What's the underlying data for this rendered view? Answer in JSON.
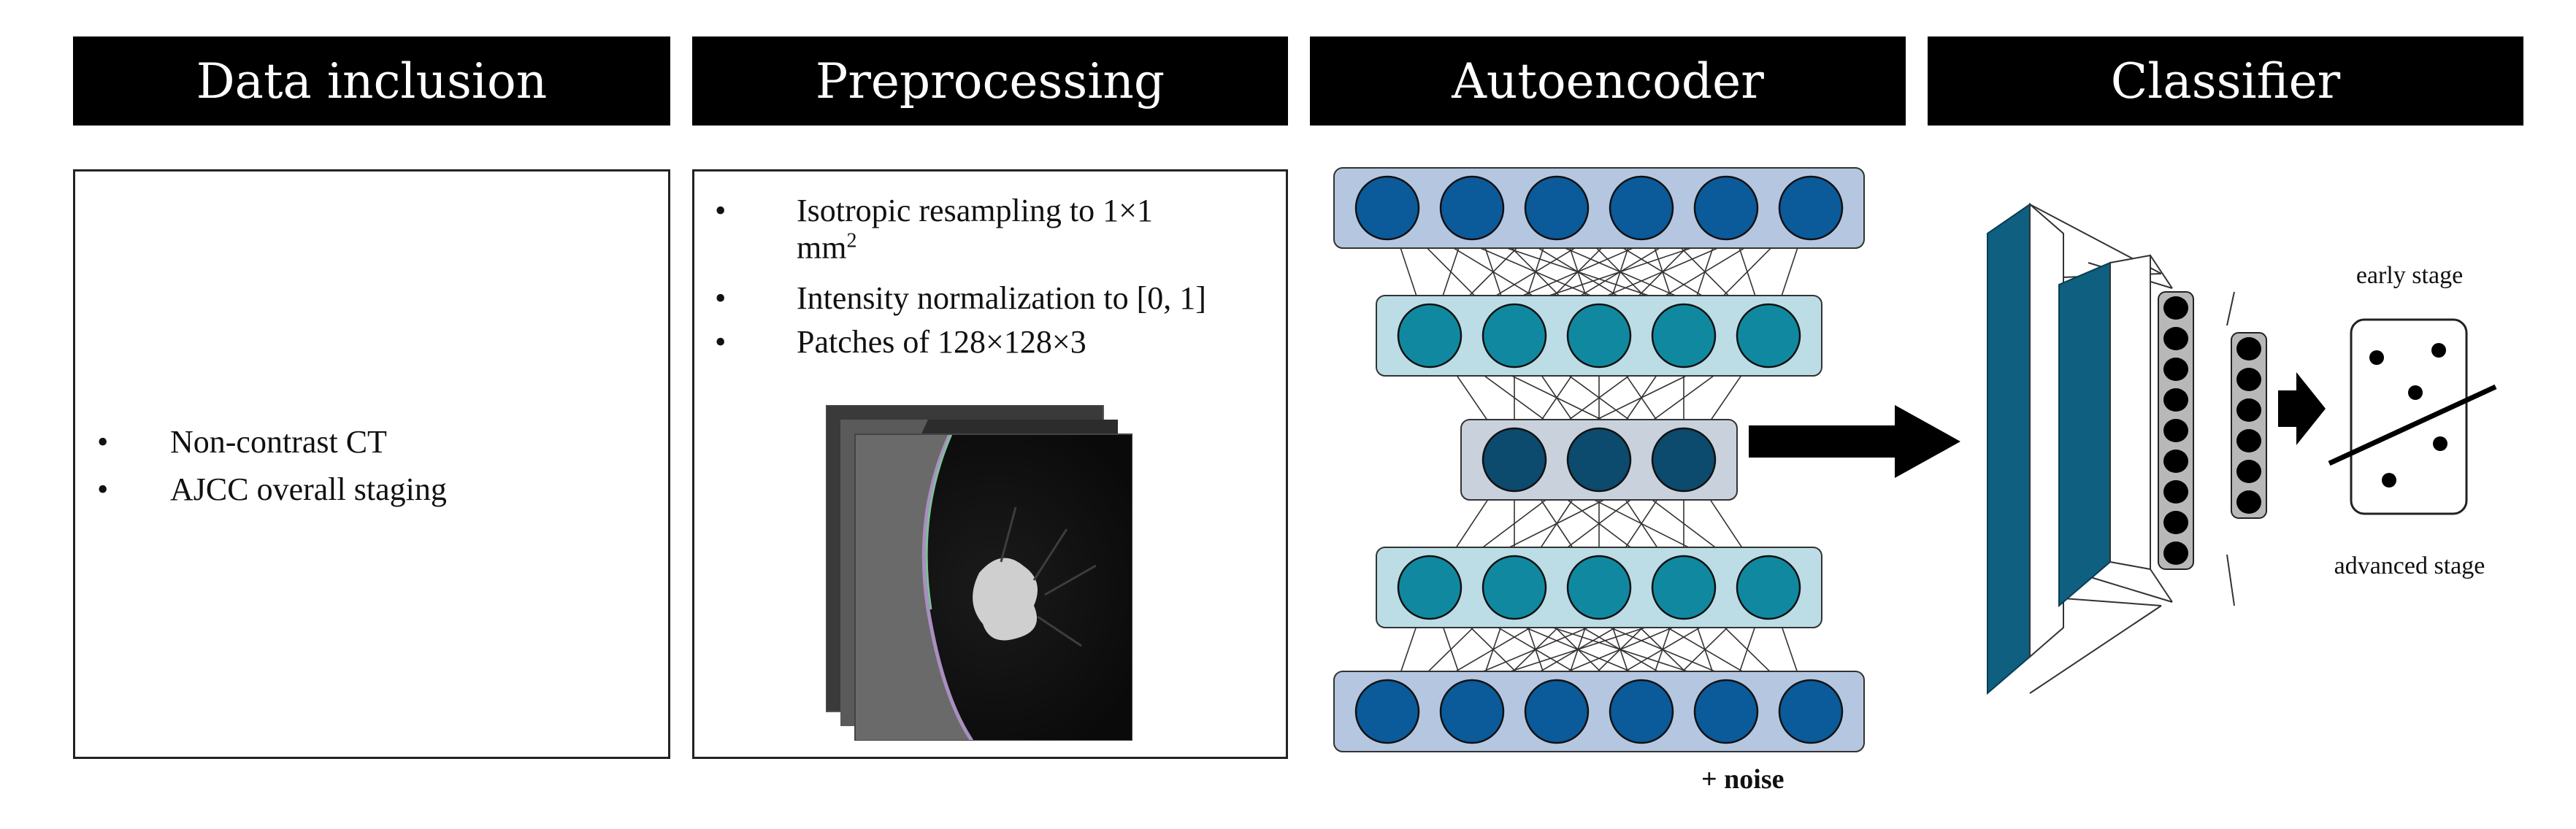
{
  "headers": {
    "data_inclusion": "Data inclusion",
    "preprocessing": "Preprocessing",
    "autoencoder": "Autoencoder",
    "classifier": "Classifier"
  },
  "data_inclusion": {
    "items": [
      "Non-contrast CT",
      "AJCC overall staging"
    ]
  },
  "preprocessing": {
    "item1_line1": "Isotropic resampling to 1×1",
    "item1_line2_base": "mm",
    "item1_line2_sup": "2",
    "item2": "Intensity normalization to [0, 1]",
    "item3": "Patches of 128×128×3"
  },
  "autoencoder": {
    "noise_label": "+ noise",
    "layers": [
      6,
      5,
      3,
      5,
      6
    ]
  },
  "classifier": {
    "early_label": "early stage",
    "advanced_label": "advanced stage"
  },
  "colors": {
    "outer_node": "#0b5a9a",
    "mid_node": "#1089a0",
    "bottleneck_node": "#0c4a6e",
    "outer_band": "#b5c7e0",
    "mid_band": "#bcdde6",
    "bottleneck_band": "#c9d2dc",
    "classifier_block": "#0e5f80"
  }
}
